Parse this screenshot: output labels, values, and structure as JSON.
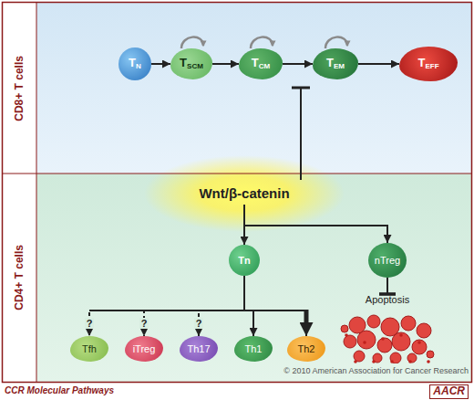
{
  "diagram": {
    "nodes": [
      {
        "text": [
          "CD8+ T cells"
        ]
      },
      {
        "text": [
          "TN"
        ],
        "in": 0
      },
      {
        "text": [
          "TSCM"
        ],
        "in": 0
      },
      {
        "text": [
          "TCM"
        ],
        "in": 0
      },
      {
        "text": [
          "TEM"
        ],
        "in": 0
      },
      {
        "text": [
          "TEFF"
        ],
        "in": 0
      },
      {
        "text": [
          "Wnt/β-catenin"
        ]
      },
      {
        "text": [
          "CD4+ T cells"
        ]
      },
      {
        "text": [
          "Tn"
        ],
        "in": 7
      },
      {
        "text": [
          "nTreg"
        ],
        "in": 7
      },
      {
        "text": [
          "Tfh"
        ],
        "in": 7
      },
      {
        "text": [
          "iTreg"
        ],
        "in": 7
      },
      {
        "text": [
          "Th17"
        ],
        "in": 7
      },
      {
        "text": [
          "Th1"
        ],
        "in": 7
      },
      {
        "text": [
          "Th2"
        ],
        "in": 7
      },
      {
        "text": [
          "Apoptosis"
        ],
        "in": 7
      }
    ],
    "edges": [
      {
        "from": 1,
        "to": 2,
        "arrow": "to"
      },
      {
        "from": 2,
        "to": 3,
        "arrow": "to"
      },
      {
        "from": 3,
        "to": 4,
        "arrow": "to"
      },
      {
        "from": 4,
        "to": 5,
        "arrow": "to"
      },
      {
        "from": 6,
        "to": 8,
        "arrow": "to"
      },
      {
        "from": 6,
        "to": 9,
        "arrow": "to"
      },
      {
        "from": 8,
        "to": 10,
        "label": "?",
        "arrow": "to"
      },
      {
        "from": 8,
        "to": 11,
        "label": "?",
        "arrow": "to"
      },
      {
        "from": 8,
        "to": 12,
        "label": "?",
        "arrow": "to"
      },
      {
        "from": 8,
        "to": 13,
        "arrow": "to"
      },
      {
        "from": 8,
        "to": 14,
        "arrow": "to"
      },
      {
        "from": 9,
        "to": 15,
        "arrow": "to"
      }
    ],
    "labels": [
      "© 2010 American Association for Cancer Research",
      "CCR Molecular Pathways",
      "AACR"
    ]
  }
}
